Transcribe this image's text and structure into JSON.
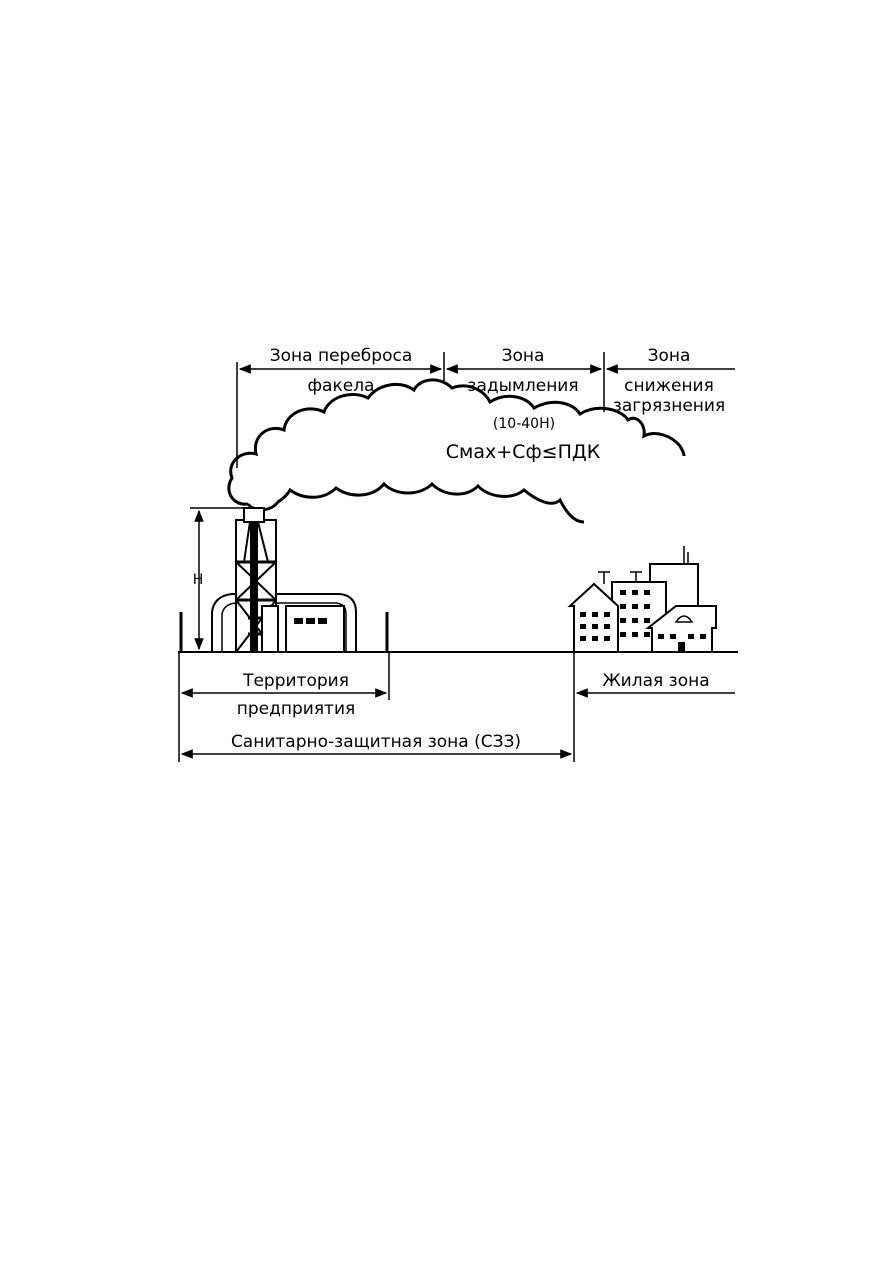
{
  "zones_top": {
    "flare_transfer": {
      "line1": "Зона переброса",
      "line2": "факела"
    },
    "smoke": {
      "line1": "Зона",
      "line2": "задымления",
      "range": "(10-40H)"
    },
    "reduction": {
      "line1": "Зона",
      "line2": "снижения",
      "line3": "загрязнения"
    }
  },
  "formula": "Cмах+Сф≤ПДК",
  "stack_height_label": "H",
  "zones_bottom": {
    "enterprise": {
      "line1": "Территория",
      "line2": "предприятия"
    },
    "residential": "Жилая зона",
    "sanitary": "Санитарно-защитная зона (СЗЗ)"
  }
}
